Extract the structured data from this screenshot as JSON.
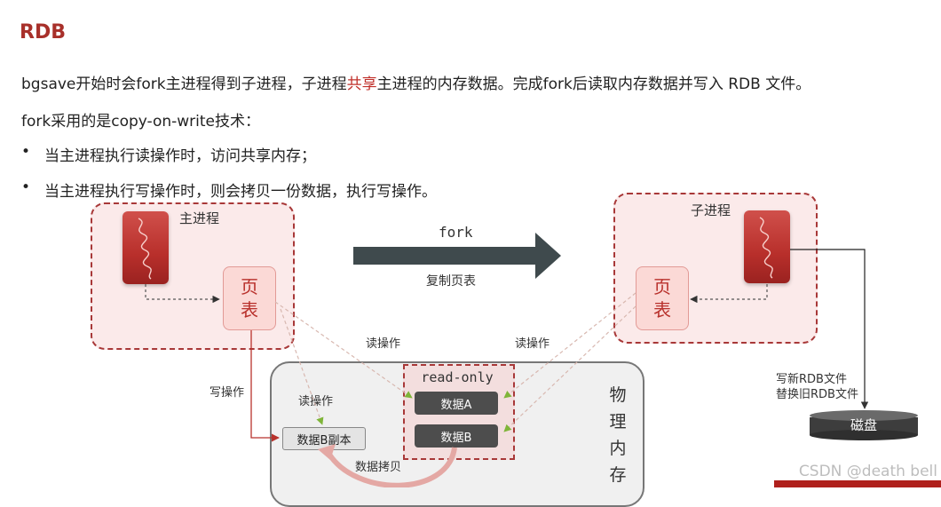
{
  "title": "RDB",
  "paragraph1": {
    "before": "bgsave开始时会fork主进程得到子进程，子进程",
    "highlight": "共享",
    "after": "主进程的内存数据。完成fork后读取内存数据并写入 RDB 文件。"
  },
  "paragraph2": "fork采用的是copy-on-write技术：",
  "bullets": [
    "当主进程执行读操作时，访问共享内存；",
    "当主进程执行写操作时，则会拷贝一份数据，执行写操作。"
  ],
  "diagram": {
    "main_process": {
      "label": "主进程",
      "page_table": [
        "页",
        "表"
      ]
    },
    "child_process": {
      "label": "子进程",
      "page_table": [
        "页",
        "表"
      ]
    },
    "fork": {
      "label": "fork",
      "sublabel": "复制页表"
    },
    "read_left": "读操作",
    "read_right": "读操作",
    "write_label": "写操作",
    "read_inner": "读操作",
    "physical_memory": [
      "物",
      "理",
      "内",
      "存"
    ],
    "read_only": "read-only",
    "data_a": "数据A",
    "data_b": "数据B",
    "data_b_copy": "数据B副本",
    "data_copy": "数据拷贝",
    "write_new_rdb": "写新RDB文件",
    "replace_old_rdb": "替换旧RDB文件",
    "disk": "磁盘"
  },
  "watermark": "CSDN @death bell",
  "colors": {
    "accent": "#a8302a",
    "highlight": "#c0302a"
  }
}
